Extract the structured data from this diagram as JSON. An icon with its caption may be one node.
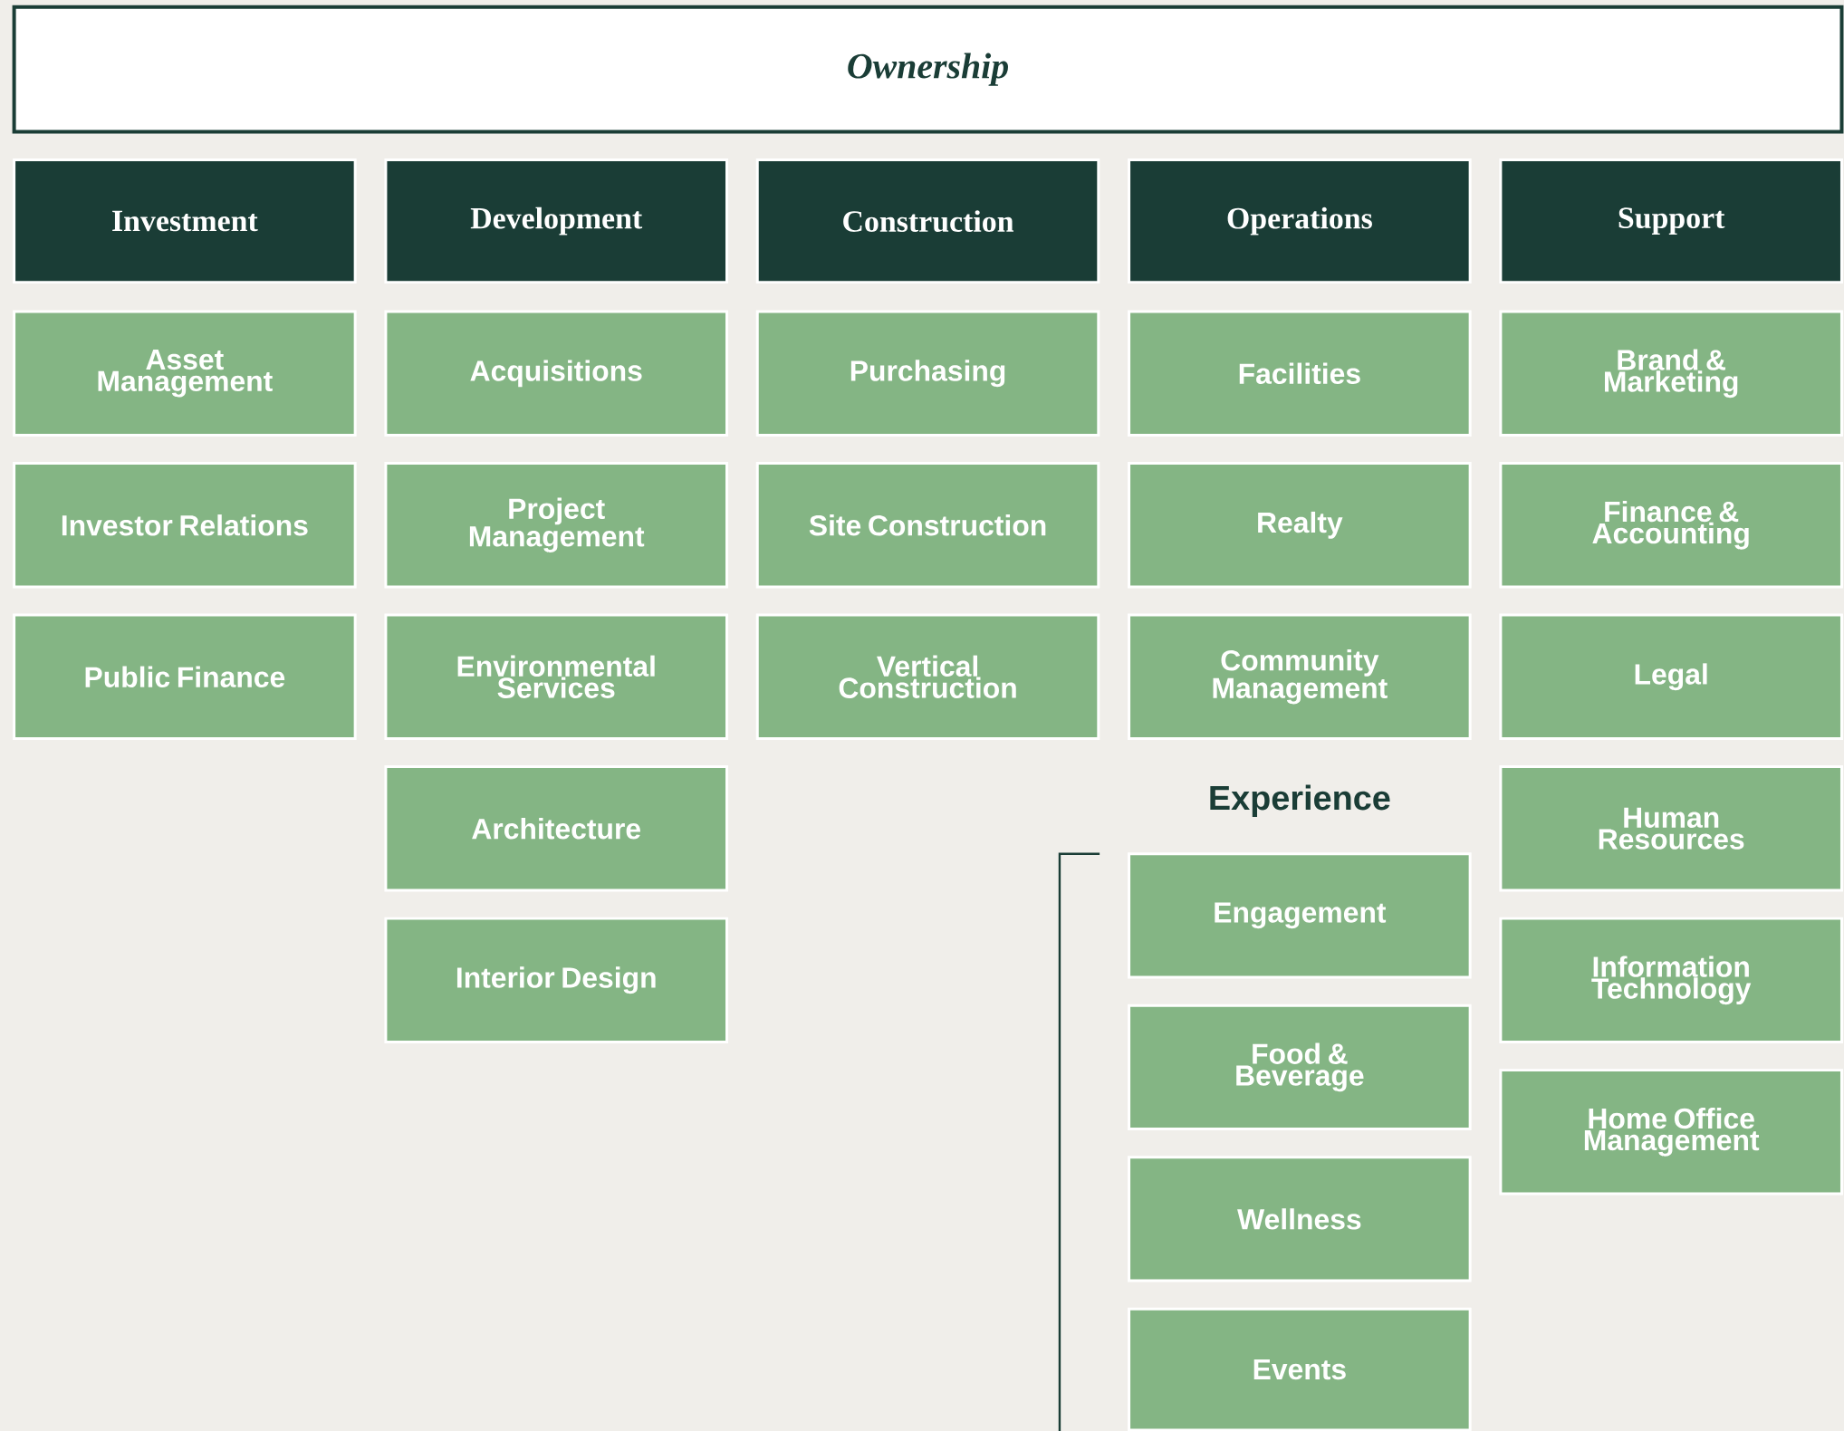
{
  "diagram": {
    "nodes": [
      {
        "text": [
          "Ownership"
        ]
      },
      {
        "text": [
          "Investment"
        ]
      },
      {
        "text": [
          "Development"
        ]
      },
      {
        "text": [
          "Construction"
        ]
      },
      {
        "text": [
          "Operations"
        ]
      },
      {
        "text": [
          "Support"
        ]
      },
      {
        "text": [
          "Asset Management"
        ]
      },
      {
        "text": [
          "Investor Relations"
        ]
      },
      {
        "text": [
          "Public Finance"
        ]
      },
      {
        "text": [
          "Acquisitions"
        ]
      },
      {
        "text": [
          "Project Management"
        ]
      },
      {
        "text": [
          "Environmental Services"
        ]
      },
      {
        "text": [
          "Architecture"
        ]
      },
      {
        "text": [
          "Interior Design"
        ]
      },
      {
        "text": [
          "Purchasing"
        ]
      },
      {
        "text": [
          "Site Construction"
        ]
      },
      {
        "text": [
          "Vertical Construction"
        ]
      },
      {
        "text": [
          "Facilities"
        ]
      },
      {
        "text": [
          "Realty"
        ]
      },
      {
        "text": [
          "Community Management"
        ]
      },
      {
        "text": [
          "Engagement"
        ]
      },
      {
        "text": [
          "Food & Beverage"
        ]
      },
      {
        "text": [
          "Wellness"
        ]
      },
      {
        "text": [
          "Events"
        ]
      },
      {
        "text": [
          "Brand & Marketing"
        ]
      },
      {
        "text": [
          "Finance & Accounting"
        ]
      },
      {
        "text": [
          "Legal"
        ]
      },
      {
        "text": [
          "Human Resources"
        ]
      },
      {
        "text": [
          "Information Technology"
        ]
      },
      {
        "text": [
          "Home Office Management"
        ]
      }
    ],
    "labels": [
      "Experience"
    ]
  }
}
